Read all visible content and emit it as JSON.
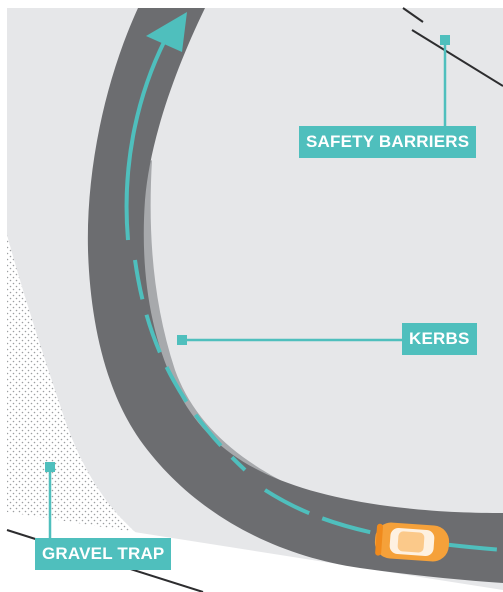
{
  "labels": {
    "safety_barriers": "SAFETY BARRIERS",
    "kerbs": "KERBS",
    "gravel_trap": "GRAVEL TRAP"
  },
  "colors": {
    "background": "#e6e7e9",
    "track": "#6c6d70",
    "kerb": "#a7a9ac",
    "racing_line": "#4fbfbd",
    "barrier_line": "#2d2d2f",
    "gravel_dots": "#9c9ea1",
    "car_body": "#f5a13a"
  },
  "icons": {
    "direction_arrow": "arrow-icon",
    "car": "car-icon"
  }
}
